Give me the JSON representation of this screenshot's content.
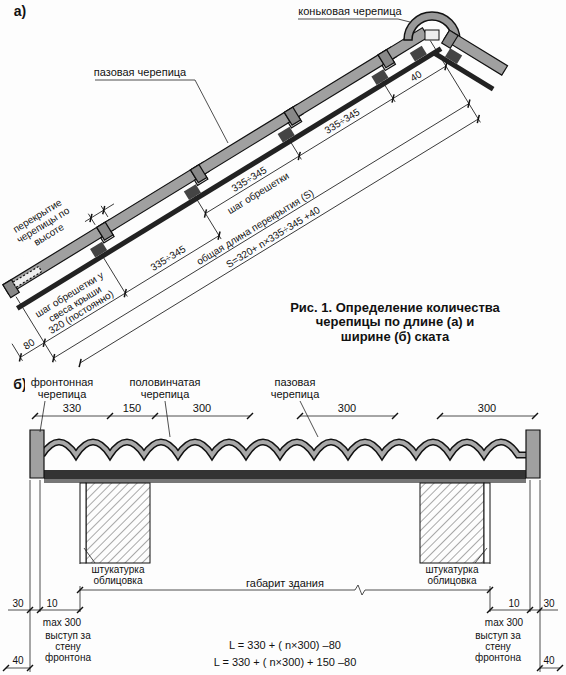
{
  "diagram": {
    "caption": "Рис. 1. Определение количества черепицы по длине (а) и ширине (б) ската",
    "labels": [
      "а)",
      "коньковая черепица",
      "пазовая черепица",
      "перекрытие черепицы по высоте",
      "шаг обрешетки у свеса крыши",
      "320 (постоянно)",
      "шаг обрешетки",
      "335÷345",
      "335÷345",
      "335÷345",
      "40",
      "общая длина перекрытия (S)",
      "S=320+ n×335÷345 +40",
      "80",
      "б)",
      "фронтонная черепица",
      "половинчатая черепица",
      "пазовая черепица",
      "330",
      "150",
      "300",
      "300",
      "300",
      "30",
      "10",
      "штукатурка облицовка",
      "габарит здания",
      "штукатурка облицовка",
      "10",
      "30",
      "max 300",
      "выступ за стену фронтона",
      "max 300",
      "выступ за стену фронтона",
      "40",
      "40",
      "L = 330 + ( n×300) –80",
      "L = 330 + ( n×300) + 150 –80"
    ]
  }
}
